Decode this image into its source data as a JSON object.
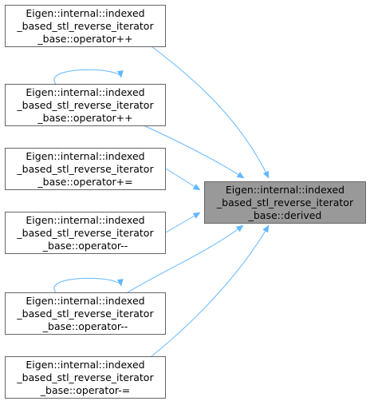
{
  "colors": {
    "node_fill": "#ffffff",
    "node_stroke": "#666666",
    "target_fill": "#999999",
    "target_stroke": "#666666",
    "edge": "#63b8ff",
    "text": "#000000"
  },
  "target": {
    "lines": [
      "Eigen::internal::indexed",
      "_based_stl_reverse_iterator",
      "_base::derived"
    ]
  },
  "callers": [
    {
      "lines": [
        "Eigen::internal::indexed",
        "_based_stl_reverse_iterator",
        "_base::operator++"
      ],
      "self_loop": false
    },
    {
      "lines": [
        "Eigen::internal::indexed",
        "_based_stl_reverse_iterator",
        "_base::operator++"
      ],
      "self_loop": true
    },
    {
      "lines": [
        "Eigen::internal::indexed",
        "_based_stl_reverse_iterator",
        "_base::operator+="
      ],
      "self_loop": false
    },
    {
      "lines": [
        "Eigen::internal::indexed",
        "_based_stl_reverse_iterator",
        "_base::operator--"
      ],
      "self_loop": false
    },
    {
      "lines": [
        "Eigen::internal::indexed",
        "_based_stl_reverse_iterator",
        "_base::operator--"
      ],
      "self_loop": true
    },
    {
      "lines": [
        "Eigen::internal::indexed",
        "_based_stl_reverse_iterator",
        "_base::operator-="
      ],
      "self_loop": false
    }
  ]
}
